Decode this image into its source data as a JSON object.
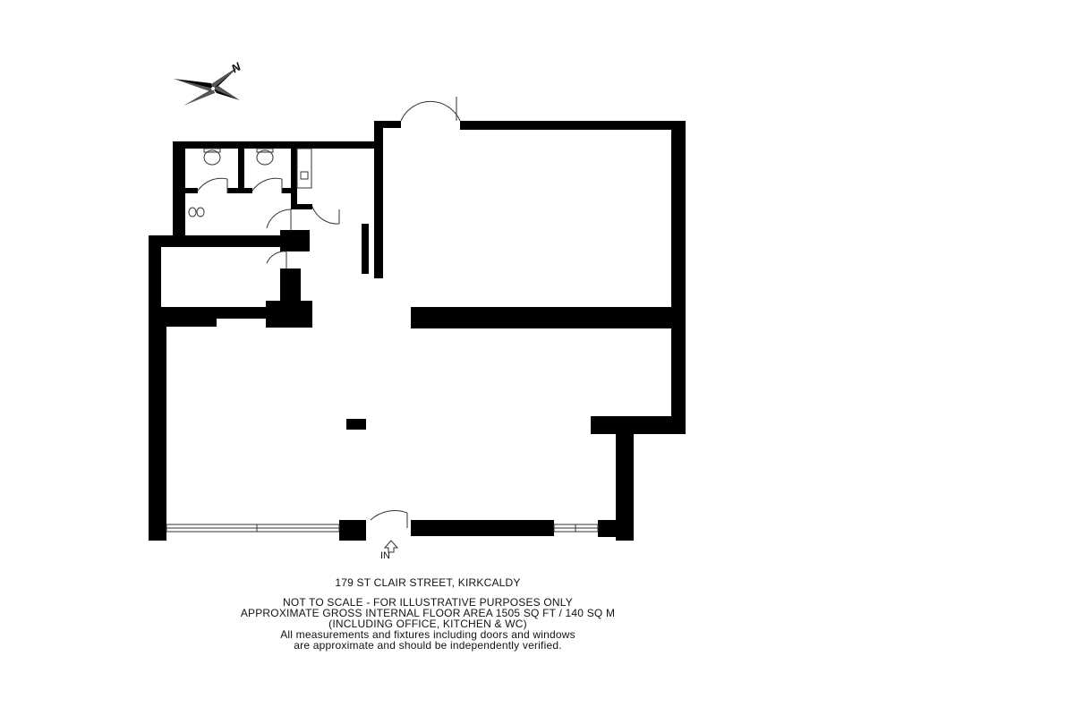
{
  "compass": {
    "north_label": "N"
  },
  "entrance": {
    "label": "IN"
  },
  "caption": {
    "address": "179 ST CLAIR STREET, KIRKCALDY",
    "line1": "NOT TO SCALE - FOR ILLUSTRATIVE PURPOSES ONLY",
    "line2": "APPROXIMATE GROSS INTERNAL FLOOR AREA 1505 SQ FT /  140 SQ M",
    "line3": "(INCLUDING OFFICE, KITCHEN & WC)",
    "line4": "All measurements and fixtures including doors and windows",
    "line5": "are approximate and should be independently verified."
  },
  "colors": {
    "wall": "#000000",
    "fixture_line": "#333333",
    "background": "#ffffff"
  }
}
